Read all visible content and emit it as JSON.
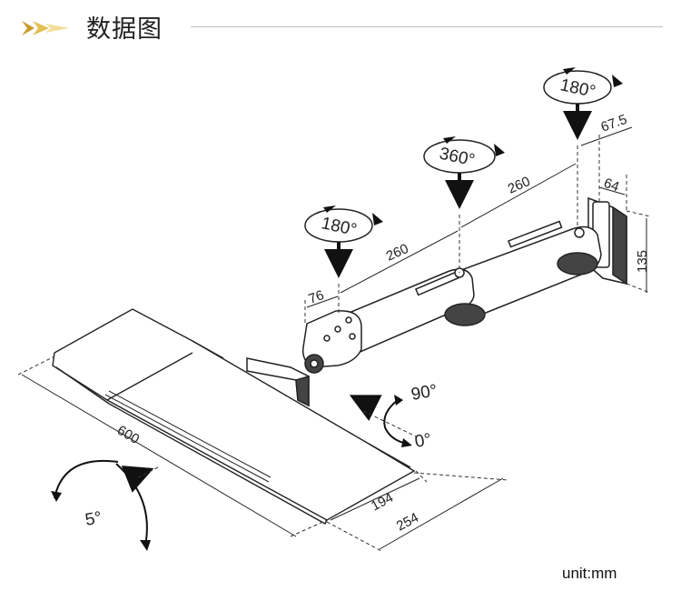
{
  "header": {
    "title": "数据图"
  },
  "rotations": {
    "arm_end": "180°",
    "arm_mid": "360°",
    "arm_base": "180°"
  },
  "dimensions": {
    "wall_offset": "67.5",
    "wall_width": "64",
    "wall_height": "135",
    "arm_upper": "260",
    "arm_lower": "260",
    "offset_76": "76",
    "tray_width": "600",
    "tray_depth_194": "194",
    "tray_depth_254": "254"
  },
  "angles": {
    "tilt_90": "90°",
    "tilt_0": "0°",
    "tilt_5": "5°"
  },
  "unit_label": "unit:mm"
}
